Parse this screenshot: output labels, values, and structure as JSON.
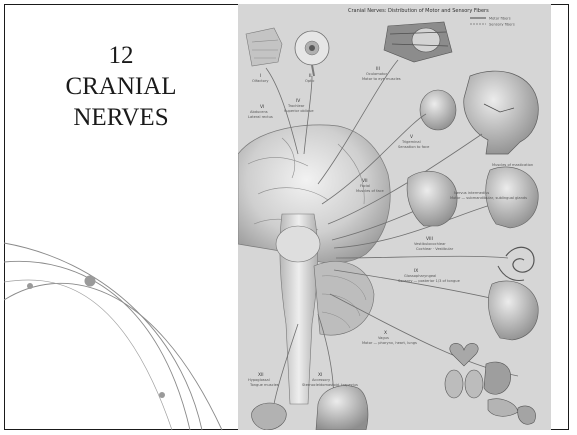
{
  "slide": {
    "title_lines": [
      "12",
      "CRANIAL",
      "NERVES"
    ]
  },
  "diagram": {
    "heading": "Cranial Nerves: Distribution of Motor and Sensory Fibers",
    "legend": [
      "Motor fibers",
      "Sensory fibers"
    ],
    "nerves": [
      {
        "numeral": "I",
        "name": "Olfactory"
      },
      {
        "numeral": "II",
        "name": "Optic"
      },
      {
        "numeral": "III",
        "name": "Oculomotor"
      },
      {
        "numeral": "IV",
        "name": "Trochlear"
      },
      {
        "numeral": "VI",
        "name": "Abducens"
      },
      {
        "numeral": "V",
        "name": "Trigeminal"
      },
      {
        "numeral": "VII",
        "name": "Facial"
      },
      {
        "numeral": "",
        "name": "Nervus intermedius"
      },
      {
        "numeral": "VIII",
        "name": "Vestibulocochlear"
      },
      {
        "numeral": "IX",
        "name": "Glossopharyngeal"
      },
      {
        "numeral": "X",
        "name": "Vagus"
      },
      {
        "numeral": "XI",
        "name": "Accessory"
      },
      {
        "numeral": "XII",
        "name": "Hypoglossal"
      }
    ],
    "annotations": {
      "oculomotor": "Motor to eye muscles",
      "trochlear": "Superior oblique",
      "abducens": "Lateral rectus",
      "trigeminal": "Sensation to face",
      "facial": "Muscles of face",
      "intermedius": "Motor — submandibular, sublingual glands",
      "vestibulocochlear": "Cochlear · Vestibular",
      "mastication": "Muscles of mastication",
      "glossopharyngeal": "Sensory — posterior 1/3 of tongue",
      "vagus": "Motor — pharynx, heart, lungs",
      "accessory": "Sternocleidomastoid, trapezius",
      "hypoglossal": "Tongue muscles"
    }
  }
}
